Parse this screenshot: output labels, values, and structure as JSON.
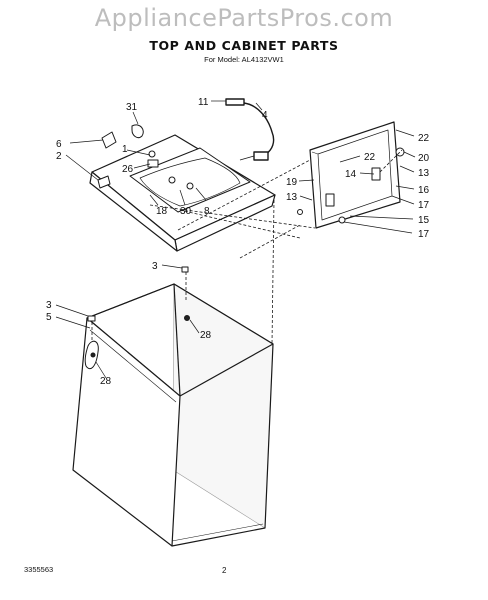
{
  "watermark": "AppliancePartsPros.com",
  "title": "TOP AND CABINET PARTS",
  "subtitle": "For Model: AL4132VW1",
  "callouts": [
    "31",
    "6",
    "2",
    "1",
    "26",
    "18",
    "30",
    "8",
    "11",
    "4",
    "22",
    "22",
    "20",
    "13",
    "14",
    "19",
    "13",
    "16",
    "17",
    "15",
    "17",
    "3",
    "3",
    "5",
    "28",
    "28"
  ],
  "reference_number": "3355563",
  "page_number": "2"
}
